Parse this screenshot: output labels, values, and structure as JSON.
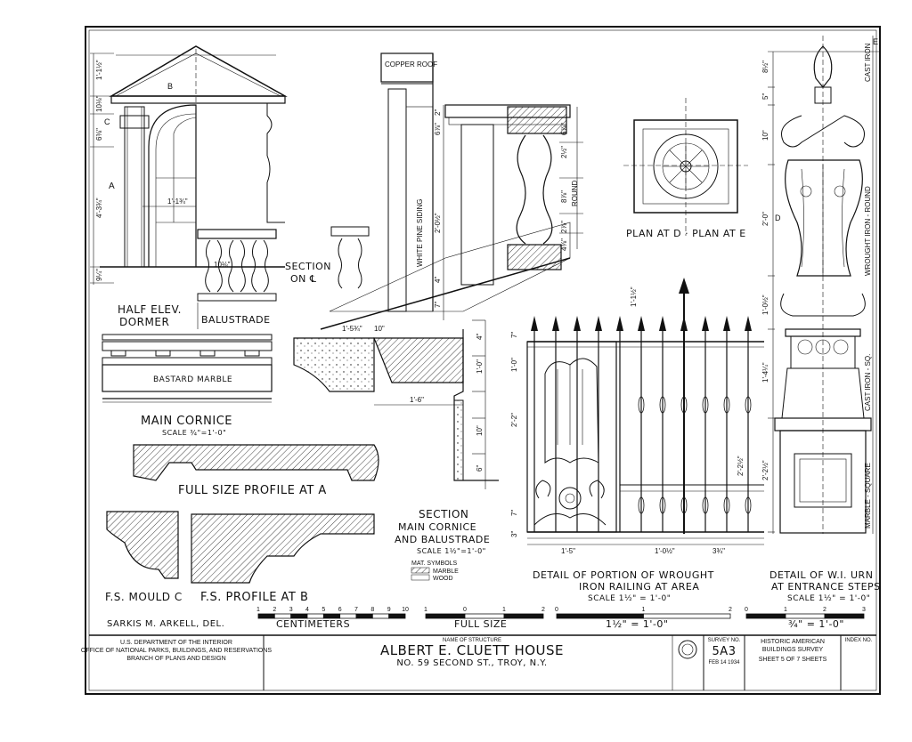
{
  "dormer": {
    "title_line1": "HALF ELEV.",
    "title_line2": "DORMER",
    "callout_a": "A",
    "callout_b": "B",
    "callout_c": "C",
    "dims": [
      "1'-1½\"",
      "10⅛\"",
      "6⅜\"",
      "4'-3¾\"",
      "9¼\"",
      "1'-1¾\"",
      "10⅛\""
    ]
  },
  "balustrade": {
    "title": "BALUSTRADE"
  },
  "section_cl": {
    "line1": "SECTION",
    "line2": "ON ℄"
  },
  "wall_labels": {
    "copper_roof": "COPPER ROOF",
    "siding": "WHITE PINE SIDING"
  },
  "section_dims": [
    "2\"",
    "6⅞\"",
    "2'-0½\"",
    "4\"",
    "7\"",
    "1'-5¾\"",
    "10\"",
    "1'-0\"",
    "1'-6\"",
    "10\"",
    "6\"",
    "4\""
  ],
  "baluster_dims": [
    "6⅞\"",
    "2½\"",
    "8⅞\"",
    "ROUND",
    "2⅞\"",
    "4⅜\""
  ],
  "main_cornice": {
    "band_label": "BASTARD MARBLE",
    "title": "MAIN CORNICE",
    "scale": "SCALE ¾\"=1'-0\""
  },
  "profile_a": {
    "title": "FULL SIZE PROFILE AT A"
  },
  "mould_c": {
    "title": "F.S. MOULD C"
  },
  "profile_b": {
    "title": "F.S. PROFILE AT B"
  },
  "section_main": {
    "line1": "SECTION",
    "line2": "MAIN CORNICE",
    "line3": "AND BALUSTRADE",
    "scale": "SCALE 1½\"=1'-0\"",
    "mat_title": "MAT. SYMBOLS",
    "mat_marble": "MARBLE",
    "mat_wood": "WOOD"
  },
  "plan": {
    "title": "PLAN AT D · PLAN AT E"
  },
  "railing": {
    "title_line1": "DETAIL OF PORTION OF WROUGHT",
    "title_line2": "IRON RAILING AT AREA",
    "scale": "SCALE 1½\" = 1'-0\"",
    "dims": [
      "7\"",
      "1'-1½\"",
      "1'-0\"",
      "2'-2\"",
      "2'-2½\"",
      "1'-5\"",
      "1'-0½\"",
      "3¾\"",
      "7\"",
      "3\""
    ]
  },
  "urn": {
    "title_line1": "DETAIL OF W.I. URN",
    "title_line2": "AT ENTRANCE STEPS",
    "scale": "SCALE 1½\" = 1'-0\"",
    "dims": [
      "8½\"",
      "5\"",
      "10\"",
      "2'-0\"",
      "1'-0½\"",
      "1'-4¼\"",
      "2'-2½\"",
      "D",
      "E"
    ],
    "side_labels": [
      "CAST IRON",
      "WROUGHT IRON - ROUND",
      "CAST IRON - SQ.",
      "MARBLE - SQUARE"
    ]
  },
  "scales": {
    "delineator": "SARKIS M. ARKELL, DEL.",
    "cm_label": "CENTIMETERS",
    "cm_ticks": [
      "1",
      "2",
      "3",
      "4",
      "5",
      "6",
      "7",
      "8",
      "9",
      "10"
    ],
    "full_label": "FULL SIZE",
    "full_ticks": [
      "1",
      "0",
      "1",
      "2"
    ],
    "s15_label": "1½\" = 1'-0\"",
    "s15_ticks": [
      "0",
      "1",
      "2"
    ],
    "s75_label": "¾\" = 1'-0\"",
    "s75_ticks": [
      "0",
      "1",
      "2",
      "3"
    ]
  },
  "titleblock": {
    "agency1": "U.S. DEPARTMENT OF THE INTERIOR",
    "agency2": "OFFICE OF NATIONAL PARKS, BUILDINGS, AND RESERVATIONS",
    "agency3": "BRANCH OF PLANS AND DESIGN",
    "name_label": "NAME OF STRUCTURE",
    "name": "ALBERT E. CLUETT HOUSE",
    "address": "NO. 59 SECOND ST., TROY, N.Y.",
    "survey_label": "SURVEY NO.",
    "survey_no": "5A3",
    "date": "FEB 14 1934",
    "habs1": "HISTORIC AMERICAN",
    "habs2": "BUILDINGS SURVEY",
    "sheet_text": "SHEET 5 OF 7 SHEETS",
    "index_label": "INDEX NO."
  }
}
